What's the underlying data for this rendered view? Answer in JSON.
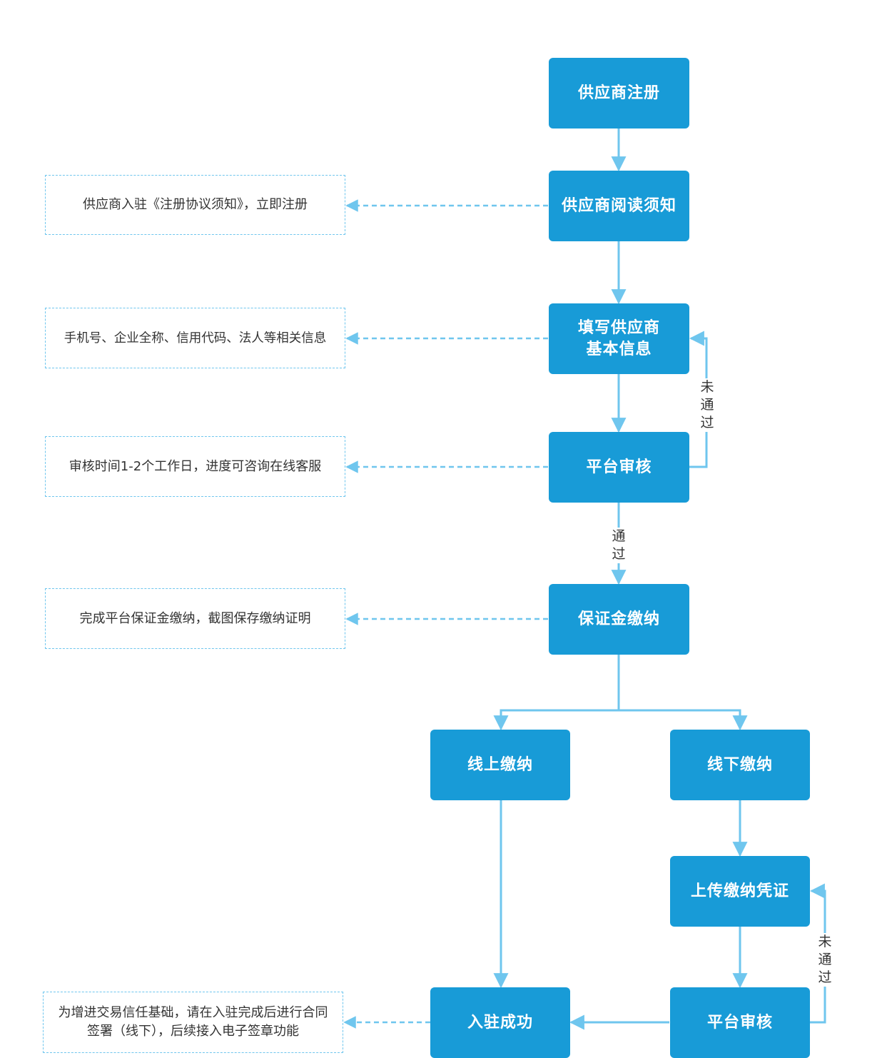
{
  "colors": {
    "node_fill": "#189bd7",
    "node_text": "#ffffff",
    "connector": "#6fc6ee",
    "note_border": "#6fc6ee",
    "note_text": "#333333"
  },
  "nodes": {
    "register": "供应商注册",
    "read_notice": "供应商阅读须知",
    "fill_info": "填写供应商\n基本信息",
    "review1": "平台审核",
    "deposit": "保证金缴纳",
    "online_pay": "线上缴纳",
    "offline_pay": "线下缴纳",
    "upload_proof": "上传缴纳凭证",
    "review2": "平台审核",
    "success": "入驻成功"
  },
  "notes": {
    "read_notice": "供应商入驻《注册协议须知》，立即注册",
    "fill_info": "手机号、企业全称、信用代码、法人等相关信息",
    "review1": "审核时间1-2个工作日，进度可咨询在线客服",
    "deposit": "完成平台保证金缴纳，截图保存缴纳证明",
    "success": "为增进交易信任基础，请在入驻完成后进行合同\n签署（线下），后续接入电子签章功能"
  },
  "edge_labels": {
    "fail1": "未通过",
    "pass": "通过",
    "fail2": "未通过"
  }
}
